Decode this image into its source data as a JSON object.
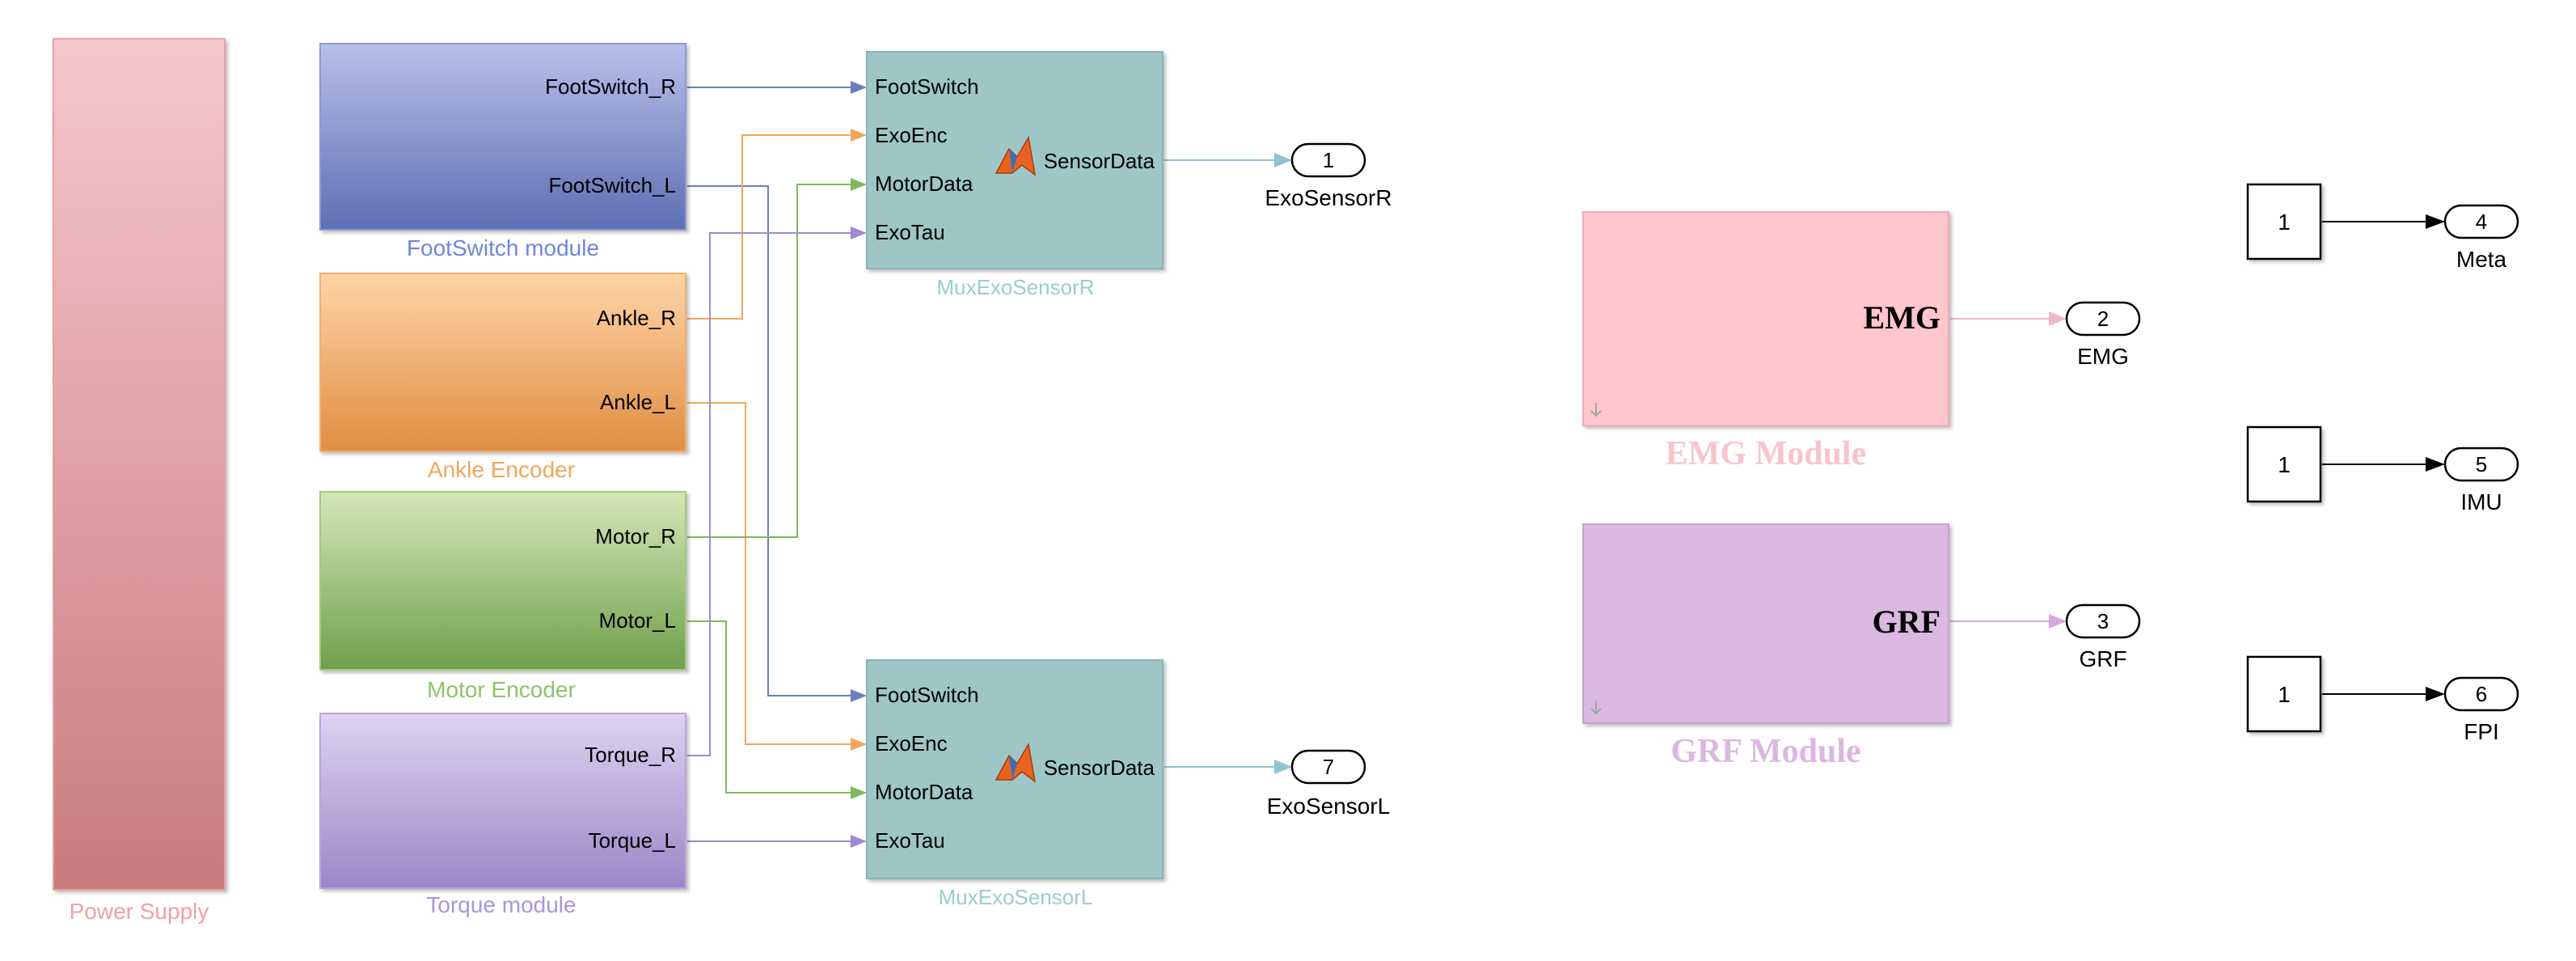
{
  "colors": {
    "footswitch_wire": "#6b7ec4",
    "encoder_wire": "#f2a65a",
    "motor_wire": "#7dbb5a",
    "torque_wire": "#a08ad6",
    "mux_wire": "#8ec4cc",
    "emg_wire": "#f2b6c6",
    "grf_wire": "#d8a8d8",
    "const_wire": "#000000"
  },
  "blocks": {
    "power_supply": {
      "name": "Power Supply"
    },
    "footswitch": {
      "name": "FootSwitch module",
      "ports": [
        "FootSwitch_R",
        "FootSwitch_L"
      ]
    },
    "ankle": {
      "name": "Ankle Encoder",
      "ports": [
        "Ankle_R",
        "Ankle_L"
      ]
    },
    "motor": {
      "name": "Motor Encoder",
      "ports": [
        "Motor_R",
        "Motor_L"
      ]
    },
    "torque": {
      "name": "Torque module",
      "ports": [
        "Torque_R",
        "Torque_L"
      ]
    },
    "mux_r": {
      "name": "MuxExoSensorR",
      "inputs": [
        "FootSwitch",
        "ExoEnc",
        "MotorData",
        "ExoTau"
      ],
      "output": "SensorData"
    },
    "mux_l": {
      "name": "MuxExoSensorL",
      "inputs": [
        "FootSwitch",
        "ExoEnc",
        "MotorData",
        "ExoTau"
      ],
      "output": "SensorData"
    },
    "emg": {
      "name": "EMG Module",
      "port": "EMG"
    },
    "grf": {
      "name": "GRF Module",
      "port": "GRF"
    }
  },
  "outports": [
    {
      "num": "1",
      "name": "ExoSensorR"
    },
    {
      "num": "7",
      "name": "ExoSensorL"
    },
    {
      "num": "2",
      "name": "EMG"
    },
    {
      "num": "3",
      "name": "GRF"
    },
    {
      "num": "4",
      "name": "Meta"
    },
    {
      "num": "5",
      "name": "IMU"
    },
    {
      "num": "6",
      "name": "FPI"
    }
  ],
  "constants": [
    {
      "value": "1"
    },
    {
      "value": "1"
    },
    {
      "value": "1"
    }
  ]
}
